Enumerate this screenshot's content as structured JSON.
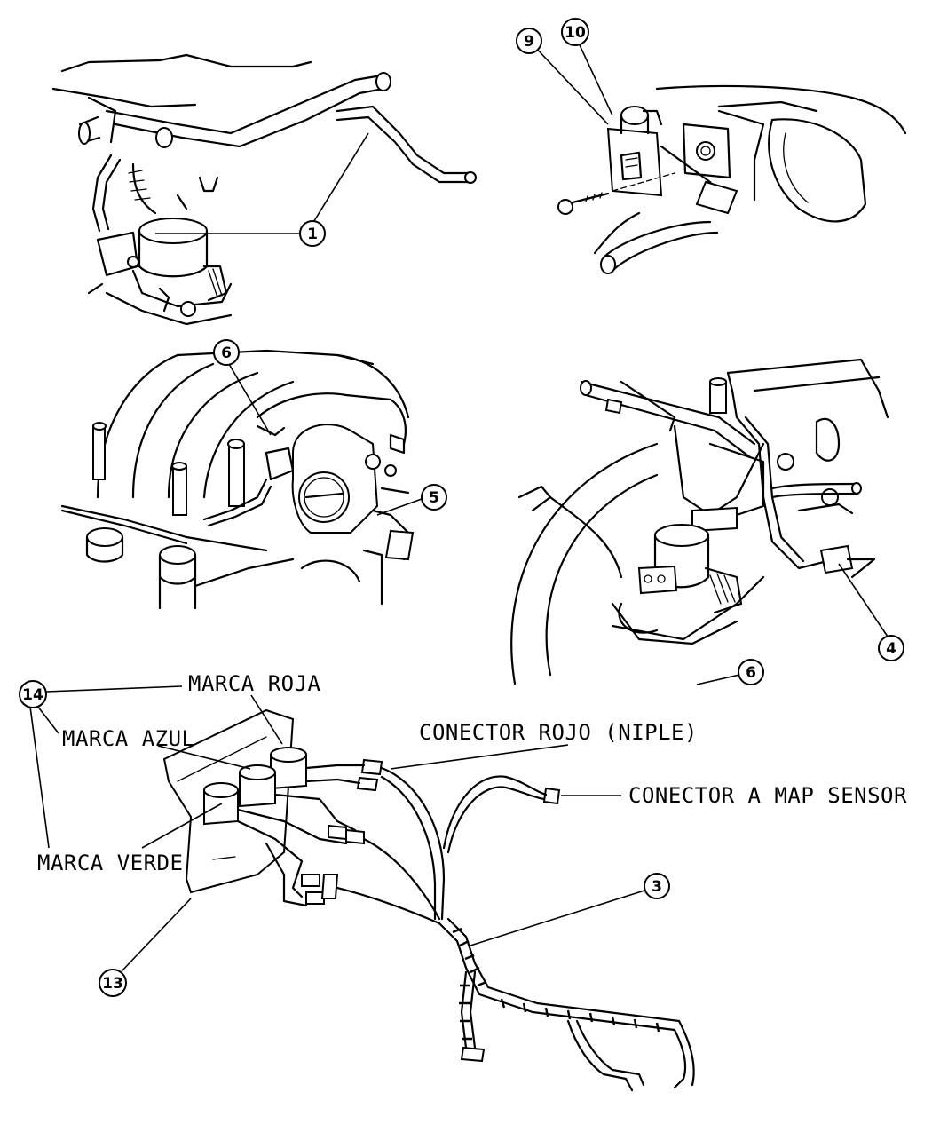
{
  "callouts": [
    {
      "id": "c1",
      "number": "1"
    },
    {
      "id": "c9",
      "number": "9"
    },
    {
      "id": "c10",
      "number": "10"
    },
    {
      "id": "c6a",
      "number": "6"
    },
    {
      "id": "c5",
      "number": "5"
    },
    {
      "id": "c4",
      "number": "4"
    },
    {
      "id": "c6b",
      "number": "6"
    },
    {
      "id": "c14",
      "number": "14"
    },
    {
      "id": "c3",
      "number": "3"
    },
    {
      "id": "c13",
      "number": "13"
    }
  ],
  "labels": {
    "marca_roja": "MARCA ROJA",
    "marca_azul": "MARCA AZUL",
    "marca_verde": "MARCA VERDE",
    "conector_rojo": "CONECTOR ROJO (NIPLE)",
    "conector_map": "CONECTOR A MAP SENSOR"
  }
}
